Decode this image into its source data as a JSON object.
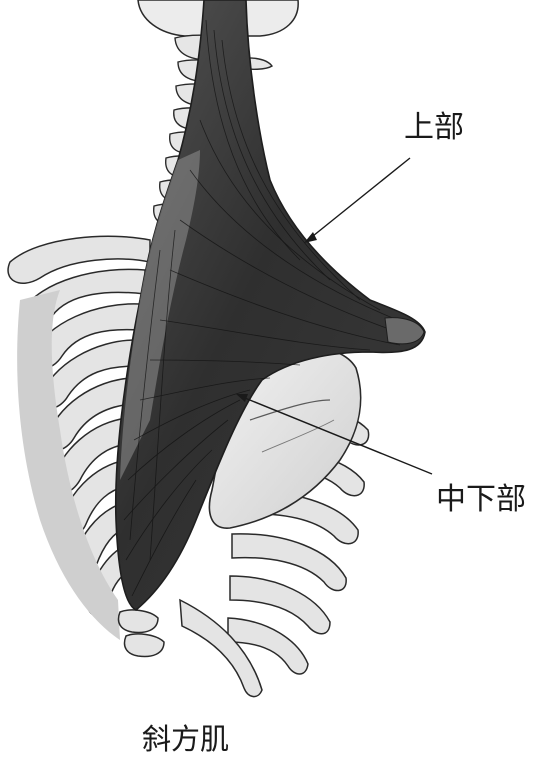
{
  "labels": {
    "upper": "上部",
    "middle_lower": "中下部"
  },
  "caption": "斜方肌",
  "icons": [
    "skeleton-back-illustration",
    "trapezius-muscle",
    "pointer-arrow"
  ],
  "colors": {
    "bone_fill": "#e9e9e9",
    "bone_shade": "#c8c8c8",
    "bone_outline": "#2a2a2a",
    "muscle_dark": "#2b2b2b",
    "muscle_mid": "#5a5a5a",
    "text": "#1a1a1a"
  }
}
